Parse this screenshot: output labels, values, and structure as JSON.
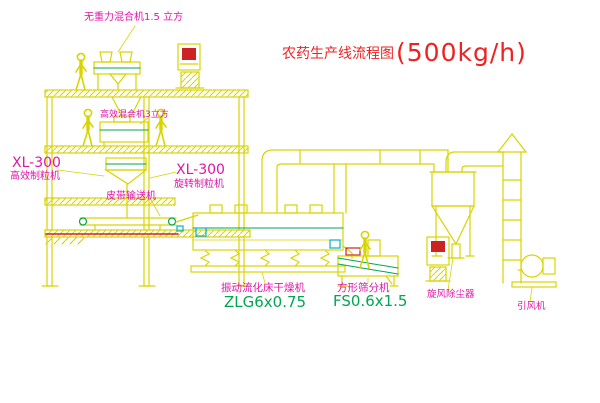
{
  "title": {
    "text": "农药生产线流程图",
    "capacity": "(500kg/h)"
  },
  "labels": {
    "top_mixer": "无重力混合机1.5 立方",
    "mid_mixer": "高效混合机3立方",
    "left_granulator_model": "XL-300",
    "left_granulator_name": "高效制粒机",
    "mid_granulator_model": "XL-300",
    "mid_granulator_name": "旋转制粒机",
    "belt_conveyor": "皮带输送机",
    "dryer_name": "振动流化床干燥机",
    "dryer_model": "ZLG6x0.75",
    "sifter_name": "方形筛分机",
    "sifter_model": "FS0.6x1.5",
    "cyclone": "旋风除尘器",
    "fan": "引风机"
  },
  "colors": {
    "line_yellow": "#d8d400",
    "accent_green": "#00a650",
    "label_magenta": "#e016a8",
    "title_red": "#ee2222",
    "detail_cyan": "#00b5c8",
    "detail_red": "#cc2222"
  }
}
